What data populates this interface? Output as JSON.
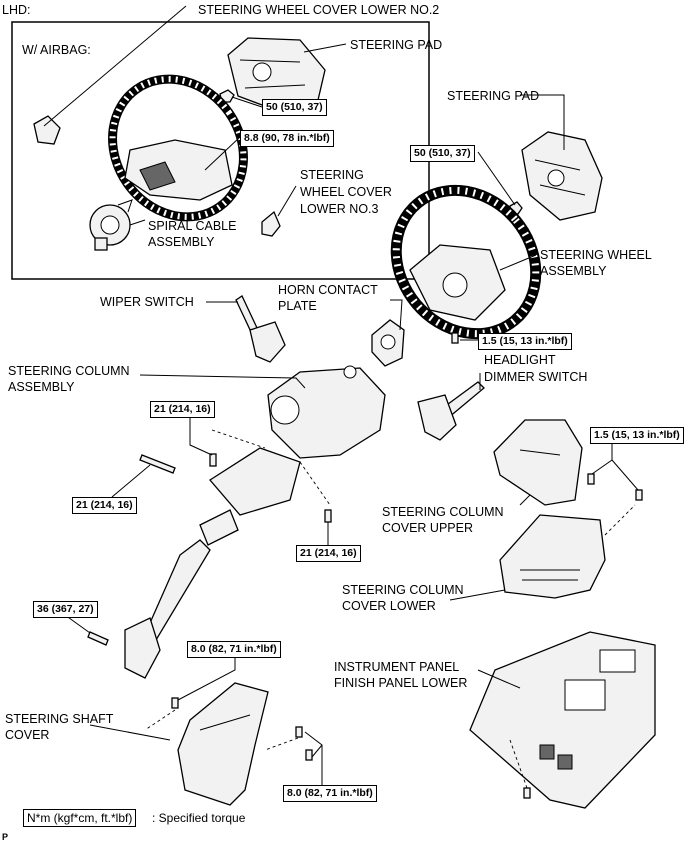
{
  "header": {
    "lhd": "LHD:"
  },
  "inset": {
    "title": "W/ AIRBAG:"
  },
  "labels": {
    "wheel_cover_lower_no2": "STEERING WHEEL COVER LOWER NO.2",
    "steering_pad_airbag": "STEERING PAD",
    "spiral_cable_1": "SPIRAL CABLE",
    "spiral_cable_2": "ASSEMBLY",
    "wheel_cover_no3_1": "STEERING",
    "wheel_cover_no3_2": "WHEEL COVER",
    "wheel_cover_no3_3": "LOWER NO.3",
    "steering_pad": "STEERING PAD",
    "steering_wheel_1": "STEERING WHEEL",
    "steering_wheel_2": "ASSEMBLY",
    "wiper_switch": "WIPER SWITCH",
    "horn_plate_1": "HORN CONTACT",
    "horn_plate_2": "PLATE",
    "headlight_1": "HEADLIGHT",
    "headlight_2": "DIMMER SWITCH",
    "column_assy_1": "STEERING COLUMN",
    "column_assy_2": "ASSEMBLY",
    "cover_upper_1": "STEERING COLUMN",
    "cover_upper_2": "COVER UPPER",
    "cover_lower_1": "STEERING COLUMN",
    "cover_lower_2": "COVER LOWER",
    "instrument_1": "INSTRUMENT PANEL",
    "instrument_2": "FINISH PANEL LOWER",
    "shaft_cover_1": "STEERING SHAFT",
    "shaft_cover_2": "COVER"
  },
  "torques": {
    "pad_nut_airbag": "50 (510, 37)",
    "wheel_airbag": "8.8 (90, 78 in.*lbf)",
    "pad_nut": "50 (510, 37)",
    "horn_screw": "1.5 (15, 13 in.*lbf)",
    "column_top": "21 (214, 16)",
    "column_left": "21 (214, 16)",
    "column_right": "21 (214, 16)",
    "cover_screws": "1.5 (15, 13 in.*lbf)",
    "shaft_bolt": "36 (367, 27)",
    "shaft_cover_top": "8.0 (82, 71 in.*lbf)",
    "shaft_cover_bottom": "8.0 (82, 71 in.*lbf)"
  },
  "legend": {
    "unit": "N*m (kgf*cm, ft.*lbf)",
    "desc": ": Specified torque"
  },
  "footer": {
    "code": "P"
  }
}
